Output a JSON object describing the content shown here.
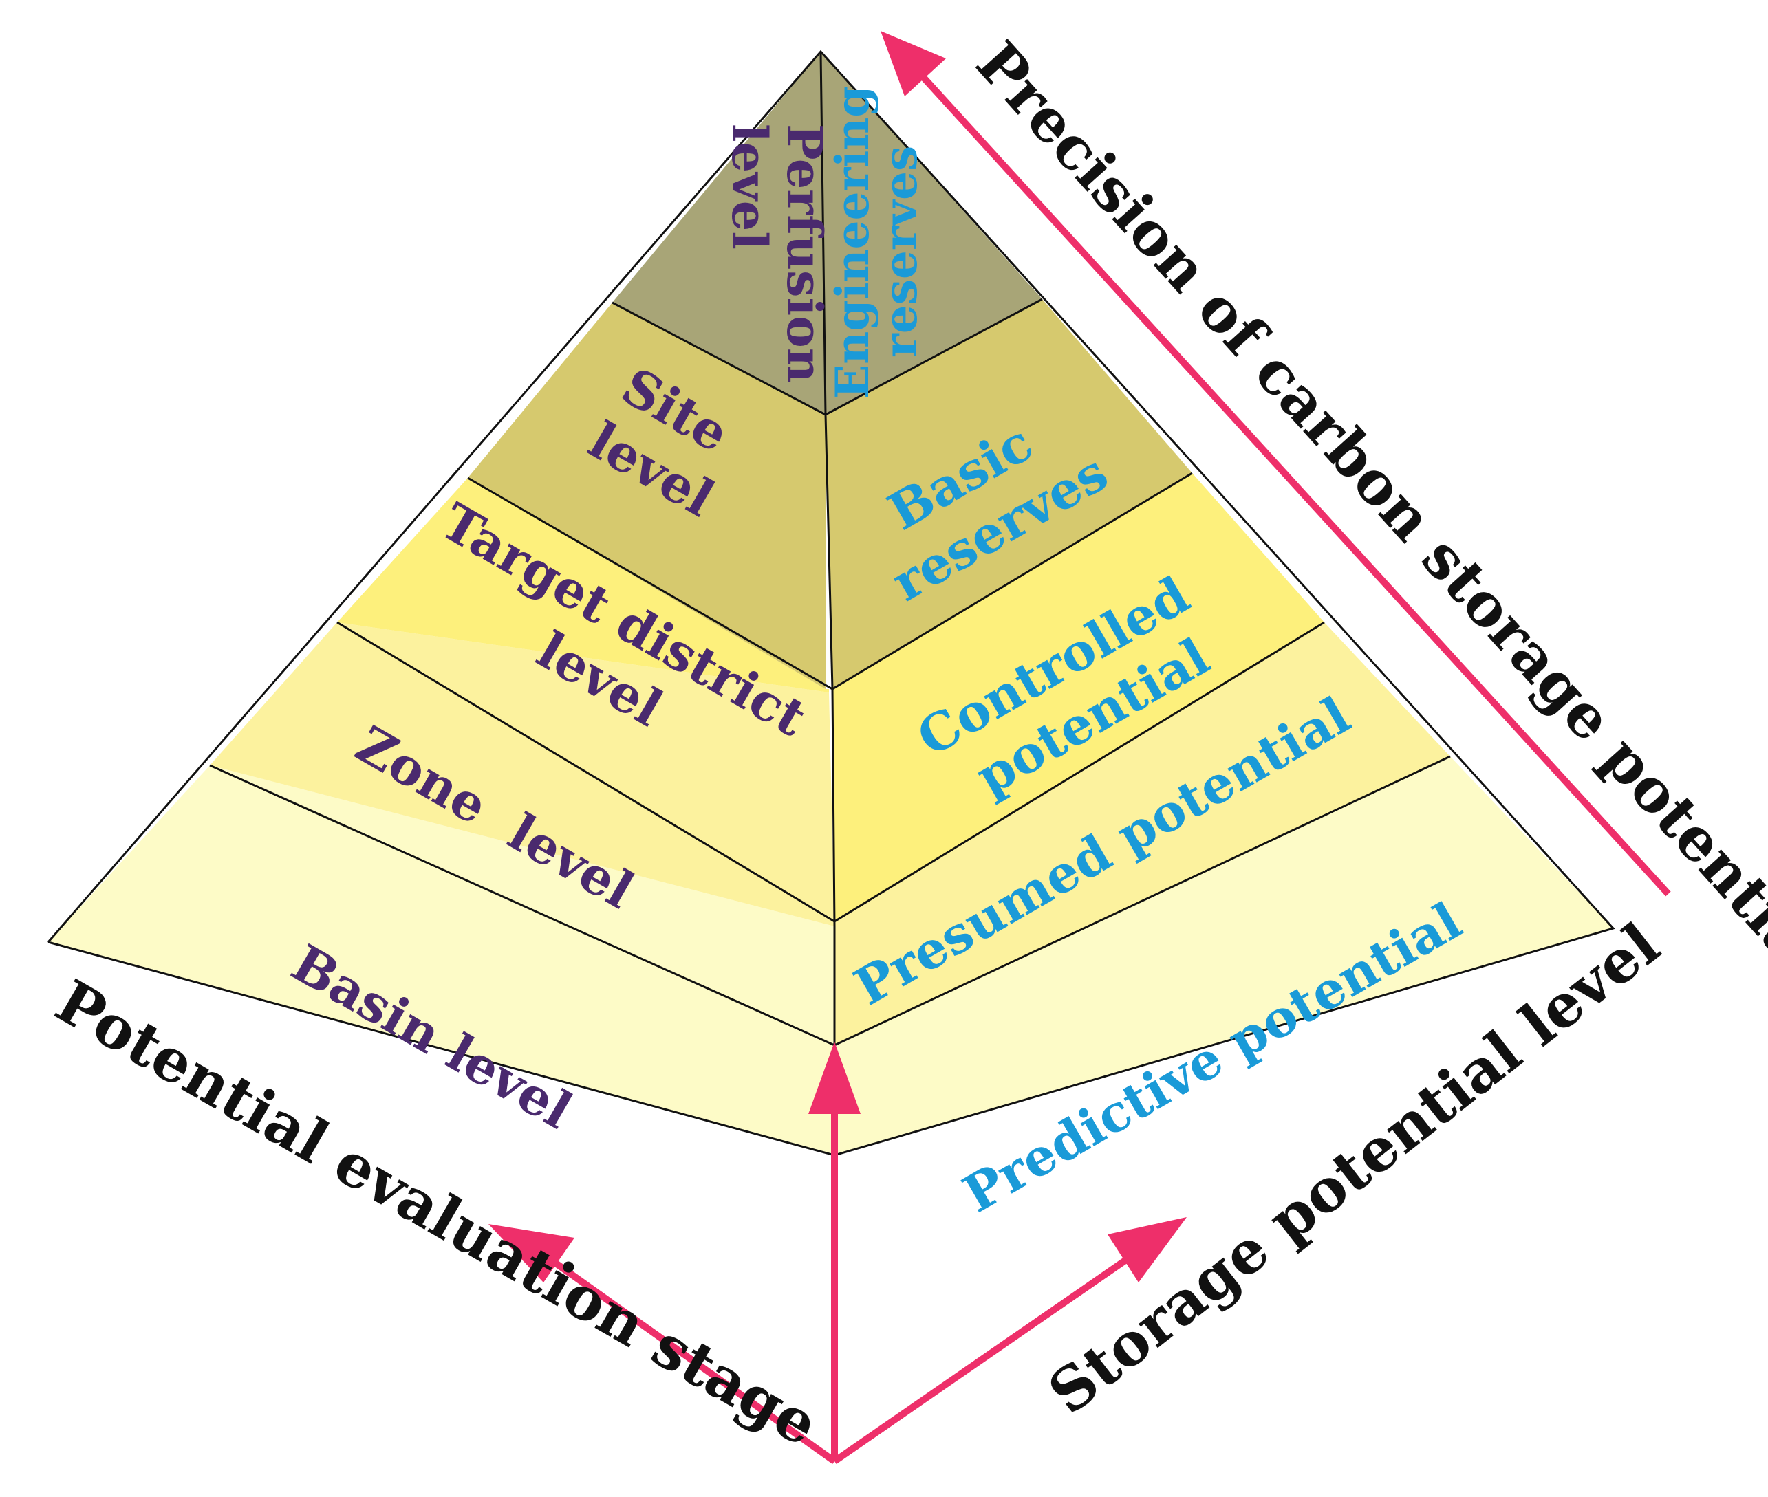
{
  "colors": {
    "tier_top": "#a8a577",
    "tier_site": "#d6c96e",
    "tier_target": "#fdf07c",
    "tier_zone": "#fcf29e",
    "tier_basin": "#fdfbc7",
    "left_text": "#4a2a6e",
    "right_text": "#1a9ad8",
    "arrow": "#ee2f6a",
    "outline": "#111111"
  },
  "evaluation_levels": [
    {
      "lines": [
        "Perfusion",
        "level"
      ]
    },
    {
      "lines": [
        "Site",
        "level"
      ]
    },
    {
      "lines": [
        "Target district",
        "level"
      ]
    },
    {
      "lines": [
        "Zone  level"
      ]
    },
    {
      "lines": [
        "Basin level"
      ]
    }
  ],
  "storage_levels": [
    {
      "lines": [
        "Engineering",
        "reserves"
      ]
    },
    {
      "lines": [
        "Basic",
        "reserves"
      ]
    },
    {
      "lines": [
        "Controlled",
        "potential"
      ]
    },
    {
      "lines": [
        "Presumed potential"
      ]
    },
    {
      "lines": [
        "Predictive potential"
      ]
    }
  ],
  "axes": {
    "left": "Potential evaluation stage",
    "right": "Storage potential level",
    "precision": "Precision of carbon storage potential"
  }
}
